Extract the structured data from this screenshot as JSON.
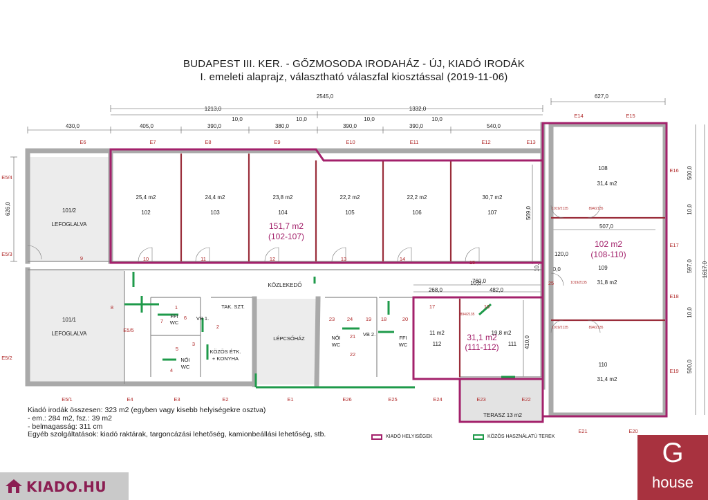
{
  "title": "BUDAPEST III. KER. - GŐZMOSODA IRODAHÁZ - ÚJ, KIADÓ IRODÁK",
  "subtitle": "I. emeleti alaprajz, választható válaszfal kiosztással (2019-11-06)",
  "colors": {
    "rental": "#a3216b",
    "common": "#1e9a4a",
    "wall": "#a9a9a9",
    "partition": "#9a2d3a"
  },
  "dims": {
    "total": "2545,0",
    "right_total": "627,0",
    "left_group": "1213,0",
    "mid_group": "1332,0",
    "d430": "430,0",
    "d405": "405,0",
    "d390a": "390,0",
    "d10a": "10,0",
    "d380": "380,0",
    "d10b": "10,0",
    "d390b": "390,0",
    "d10c": "10,0",
    "d390c": "390,0",
    "d10d": "10,0",
    "d540": "540,0",
    "left_626": "626,0",
    "h569": "569,0",
    "h1617": "1617,0",
    "r500a": "500,0",
    "r10a": "10,0",
    "r597": "597,0",
    "r10b": "10,0",
    "r500b": "500,0",
    "d507": "507,0",
    "d120": "120,0",
    "d10e": "10,0",
    "d10f": "10,0",
    "d760": "760,0",
    "d10g": "10,0",
    "d268": "268,0",
    "d482": "482,0",
    "d410": "410,0"
  },
  "exits": {
    "E6": "E6",
    "E7": "E7",
    "E8": "E8",
    "E9": "E9",
    "E10": "E10",
    "E11": "E11",
    "E12": "E12",
    "E13": "E13",
    "E14": "E14",
    "E15": "E15",
    "E16": "E16",
    "E17": "E17",
    "E18": "E18",
    "E19": "E19",
    "E54": "E5/4",
    "E53": "E5/3",
    "E52": "E5/2",
    "E55": "E5/5",
    "E51": "E5/1",
    "E4": "E4",
    "E3": "E3",
    "E2": "E2",
    "E1": "E1",
    "E26": "E26",
    "E25": "E25",
    "E24": "E24",
    "E23": "E23",
    "E22": "E22",
    "E21": "E21",
    "E20": "E20"
  },
  "rooms": {
    "r1012_area": "",
    "r1012_num": "101/2",
    "r1012_name": "LEFOGLALVA",
    "r1011_num": "101/1",
    "r1011_name": "LEFOGLALVA",
    "r102_area": "25,4 m2",
    "r102_num": "102",
    "r103_area": "24,4 m2",
    "r103_num": "103",
    "r104_area": "23,8 m2",
    "r104_num": "104",
    "r105_area": "22,2 m2",
    "r105_num": "105",
    "r106_area": "22,2 m2",
    "r106_num": "106",
    "r107_area": "30,7 m2",
    "r107_num": "107",
    "r108_num": "108",
    "r108_area": "31,4 m2",
    "r109_num": "109",
    "r109_area": "31,8 m2",
    "r110_num": "110",
    "r110_area": "31,4 m2",
    "r112_area": "11 m2",
    "r112_num": "112",
    "r111_area": "19,8 m2",
    "r111_num": "111",
    "terrace": "TERASZ 13 m2"
  },
  "groups": {
    "g1_area": "151,7 m2",
    "g1_rooms": "(102-107)",
    "g2_area": "102 m2",
    "g2_rooms": "(108-110)",
    "g3_area": "31,1 m2",
    "g3_rooms": "(111-112)"
  },
  "labels": {
    "corridor": "KÖZLEKEDŐ",
    "stair": "LÉPCSŐHÁZ",
    "ffi_wc1a": "FFI",
    "ffi_wc1b": "WC",
    "vb1": "VB 1.",
    "tak": "TAK. SZT.",
    "kitchen_a": "KÖZÖS ÉTK.",
    "kitchen_b": "+ KONYHA",
    "noi_wc1a": "NŐI",
    "noi_wc1b": "WC",
    "noi_wc2a": "NŐI",
    "noi_wc2b": "WC",
    "vb2": "VB 2.",
    "ffi_wc2a": "FFI",
    "ffi_wc2b": "WC"
  },
  "doors": {
    "d1": "1",
    "d2": "2",
    "d3": "3",
    "d4": "4",
    "d5": "5",
    "d6": "6",
    "d7": "7",
    "d8": "8",
    "d9": "9",
    "d10": "10",
    "d11": "11",
    "d12": "12",
    "d13": "13",
    "d14": "14",
    "d15": "15",
    "d16": "16",
    "d17": "17",
    "d18": "18",
    "d19": "19",
    "d20": "20",
    "d21": "21",
    "d22": "22",
    "d23": "23",
    "d24": "24",
    "d25": "25",
    "dd1": "1019/2135",
    "dd2": "894/2135",
    "dd3": "1019/2135",
    "dd4": "1019/2135",
    "dd5": "894/2135",
    "dd6": "894/2135"
  },
  "notes": [
    "Kiadó irodák összesen: 323 m2 (egyben vagy kisebb helyiségekre osztva)",
    "- em.: 284 m2, fsz.: 39 m2",
    "- belmagasság: 311 cm",
    "Egyéb szolgáltatások: kiadó raktárak, targoncázási lehetőség, kamionbeállási lehetőség, stb."
  ],
  "legend": {
    "rental": "KIADÓ HELYISÉGEK",
    "common": "KÖZÖS HASZNÁLATÚ TEREK"
  },
  "logos": {
    "kiado": "KIADO.HU",
    "g_letter": "G",
    "g_word": "house"
  }
}
